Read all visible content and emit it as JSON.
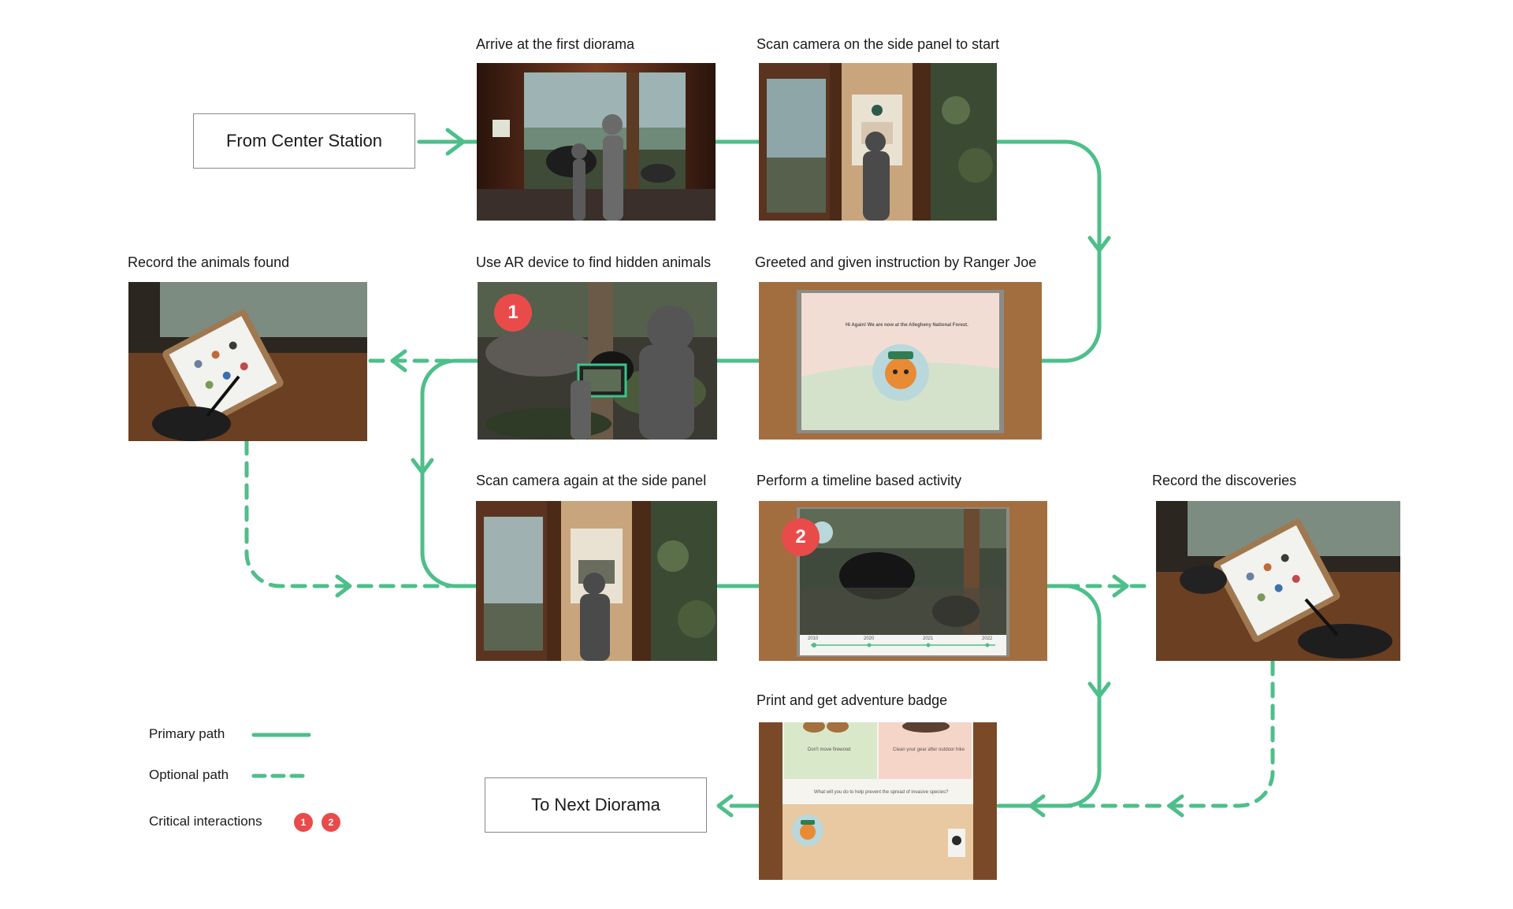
{
  "colors": {
    "path": "#4dbf8a",
    "critical": "#e94b4b"
  },
  "start_box": "From Center Station",
  "end_box": "To Next Diorama",
  "steps": {
    "arrive": "Arrive at the first diorama",
    "scan_start": "Scan camera on the side panel to start",
    "greeted": "Greeted and given instruction by Ranger Joe",
    "ar_device": "Use AR device to find hidden animals",
    "record_animals": "Record the animals found",
    "scan_again": "Scan camera again at the side panel",
    "timeline": "Perform a timeline based activity",
    "record_discoveries": "Record the discoveries",
    "print_badge": "Print and get adventure badge"
  },
  "critical_markers": [
    "1",
    "2"
  ],
  "legend": {
    "primary": "Primary path",
    "optional": "Optional path",
    "critical": "Critical interactions"
  },
  "screens": {
    "greeting": "Hi Again! We are now at the Allegheny National Forest.",
    "timeline_years": [
      "2010",
      "2020",
      "2021",
      "2022"
    ],
    "badge_left": "Don't move firewood",
    "badge_right": "Clean your gear after outdoor hike",
    "badge_question": "What will you do to help prevent the spread of invasive species?"
  }
}
